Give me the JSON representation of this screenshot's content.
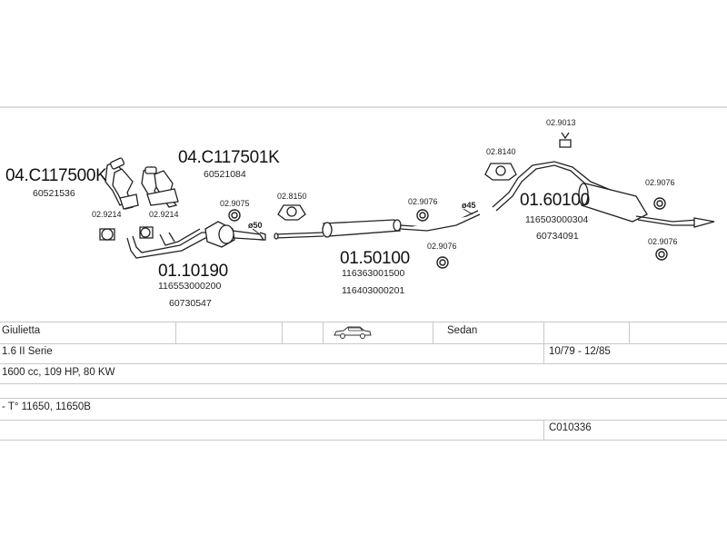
{
  "diagram": {
    "main_parts": {
      "manifold_left": {
        "code": "04.C117500K",
        "ref": "60521536"
      },
      "manifold_right": {
        "code": "04.C117501K",
        "ref": "60521084"
      },
      "front_pipe": {
        "code": "01.10190",
        "refs": [
          "116553000200",
          "60730547"
        ]
      },
      "centre_silencer": {
        "code": "01.50100",
        "refs": [
          "116363001500",
          "116403000201"
        ]
      },
      "rear_silencer": {
        "code": "01.60100",
        "refs": [
          "116503000304",
          "60734091"
        ]
      }
    },
    "fittings": {
      "f1": "02.9214",
      "f2": "02.9214",
      "f3": "02.9075",
      "f4": "02.8150",
      "f5": "02.9076",
      "f6": "02.9076",
      "f7": "02.8140",
      "f8": "02.9013",
      "f9": "02.9076",
      "f10": "02.9076"
    },
    "diameters": {
      "d1": "ø50",
      "d2": "ø45"
    }
  },
  "vehicle": {
    "model": "Giulietta",
    "body": "Sedan",
    "series": "1.6 II Serie",
    "period": "10/79 - 12/85",
    "engine": "1600 cc, 109 HP, 80 KW",
    "note": "- T° 11650, 11650B",
    "catalog_code": "C010336"
  },
  "icons": {
    "car": "car-sedan-icon"
  }
}
